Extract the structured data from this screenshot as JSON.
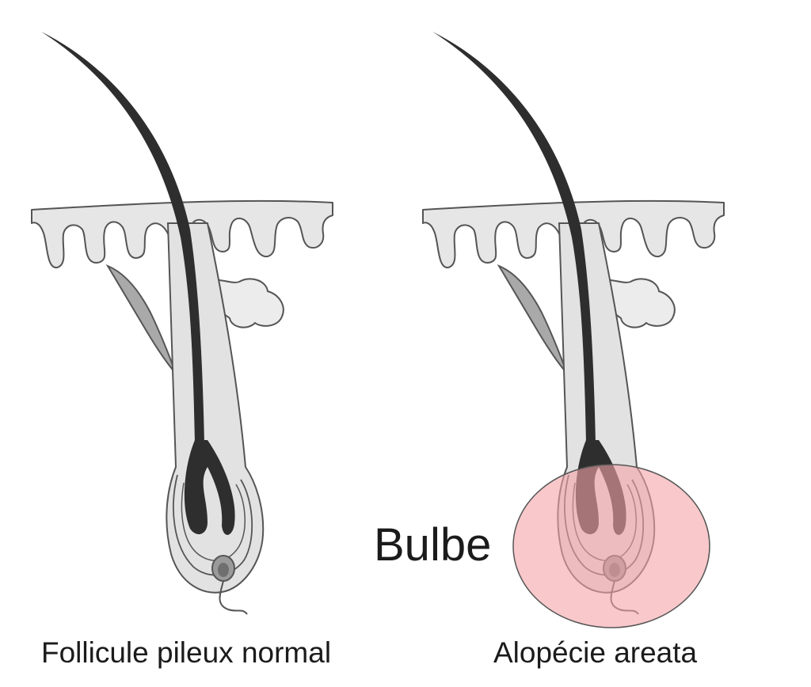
{
  "figure": {
    "panels": [
      {
        "id": "normal",
        "caption": "Follicule pileux normal"
      },
      {
        "id": "alopecia",
        "caption": "Alopécie areata"
      }
    ],
    "annotation": {
      "label": "Bulbe",
      "highlight_color": "#f4a3a8"
    },
    "colors": {
      "skin_fill": "#e6e6e6",
      "outline": "#555555",
      "hair": "#2e2e2e",
      "muscle": "#a9a9a9"
    }
  }
}
